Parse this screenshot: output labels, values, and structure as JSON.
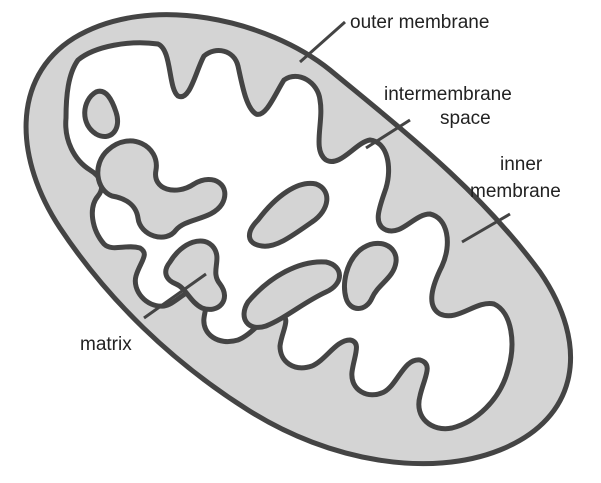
{
  "labels": {
    "outer": "outer membrane",
    "inter_1": "intermembrane",
    "inter_2": "space",
    "inner_1": "inner",
    "inner_2": "membrane",
    "matrix": "matrix"
  },
  "colors": {
    "membrane_stroke": "#444444",
    "intermembrane_fill": "#d4d4d4",
    "matrix_fill": "#ffffff",
    "label_text": "#222222",
    "leader_line": "#444444"
  }
}
